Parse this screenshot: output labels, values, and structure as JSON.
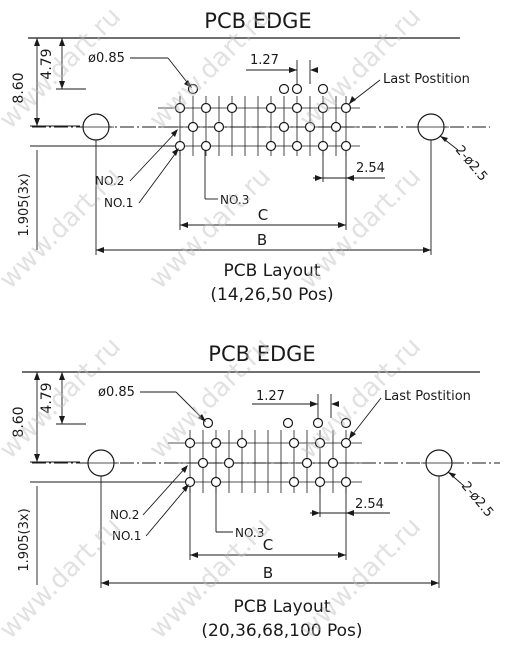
{
  "watermark": "www.dart.ru",
  "views": [
    {
      "edge_label": "PCB EDGE",
      "dim_total": "8.60",
      "dim_edge": "4.79",
      "dim_pin_dia": "ø0.85",
      "dim_pitch": "1.27",
      "last_position": "Last Postition",
      "mount_holes": "2-ø2.5",
      "row_pitch": "1.905(3x)",
      "no2": "NO.2",
      "no1": "NO.1",
      "no3": "NO.3",
      "dim_row": "2.54",
      "dim_c": "C",
      "dim_b": "B",
      "layout_title": "PCB Layout",
      "layout_sub": "(14,26,50 Pos)"
    },
    {
      "edge_label": "PCB EDGE",
      "dim_total": "8.60",
      "dim_edge": "4.79",
      "dim_pin_dia": "ø0.85",
      "dim_pitch": "1.27",
      "last_position": "Last Postition",
      "mount_holes": "2-ø2.5",
      "row_pitch": "1.905(3x)",
      "no2": "NO.2",
      "no1": "NO.1",
      "no3": "NO.3",
      "dim_row": "2.54",
      "dim_c": "C",
      "dim_b": "B",
      "layout_title": "PCB Layout",
      "layout_sub": "(20,36,68,100 Pos)"
    }
  ]
}
